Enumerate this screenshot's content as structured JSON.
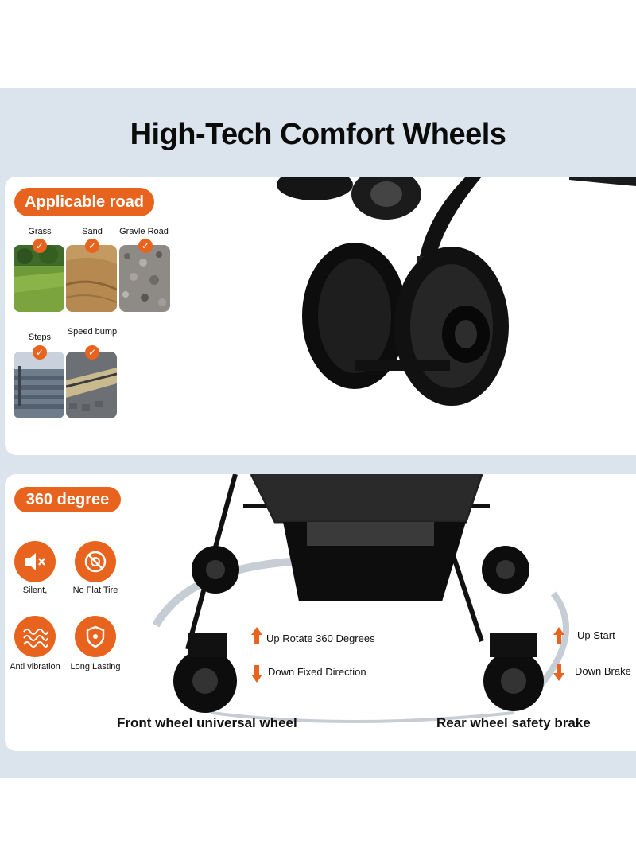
{
  "title": "High-Tech Comfort Wheels",
  "road_section": {
    "heading": "Applicable road",
    "roads": [
      {
        "label": "Grass",
        "icon": "grass-photo"
      },
      {
        "label": "Sand",
        "icon": "sand-photo"
      },
      {
        "label": "Gravle Road",
        "icon": "gravel-photo"
      },
      {
        "label": "Steps",
        "icon": "steps-photo"
      },
      {
        "label": "Speed bump",
        "icon": "speed-bump-photo"
      }
    ]
  },
  "features_section": {
    "heading": "360 degree",
    "features": [
      {
        "label": "Silent,",
        "icon": "mute-speaker-icon"
      },
      {
        "label": "No Flat Tire",
        "icon": "no-flat-tire-icon"
      },
      {
        "label": "Anti vibration",
        "icon": "vibration-icon"
      },
      {
        "label": "Long Lasting",
        "icon": "shield-icon"
      }
    ],
    "front": {
      "up_text": "Up Rotate 360 Degrees",
      "down_text": "Down Fixed Direction",
      "label": "Front wheel universal wheel"
    },
    "rear": {
      "up_text": "Up Start",
      "down_text": "Down Brake",
      "label": "Rear wheel safety brake"
    }
  },
  "colors": {
    "accent": "#e8641e",
    "band": "#dbe4ec"
  }
}
